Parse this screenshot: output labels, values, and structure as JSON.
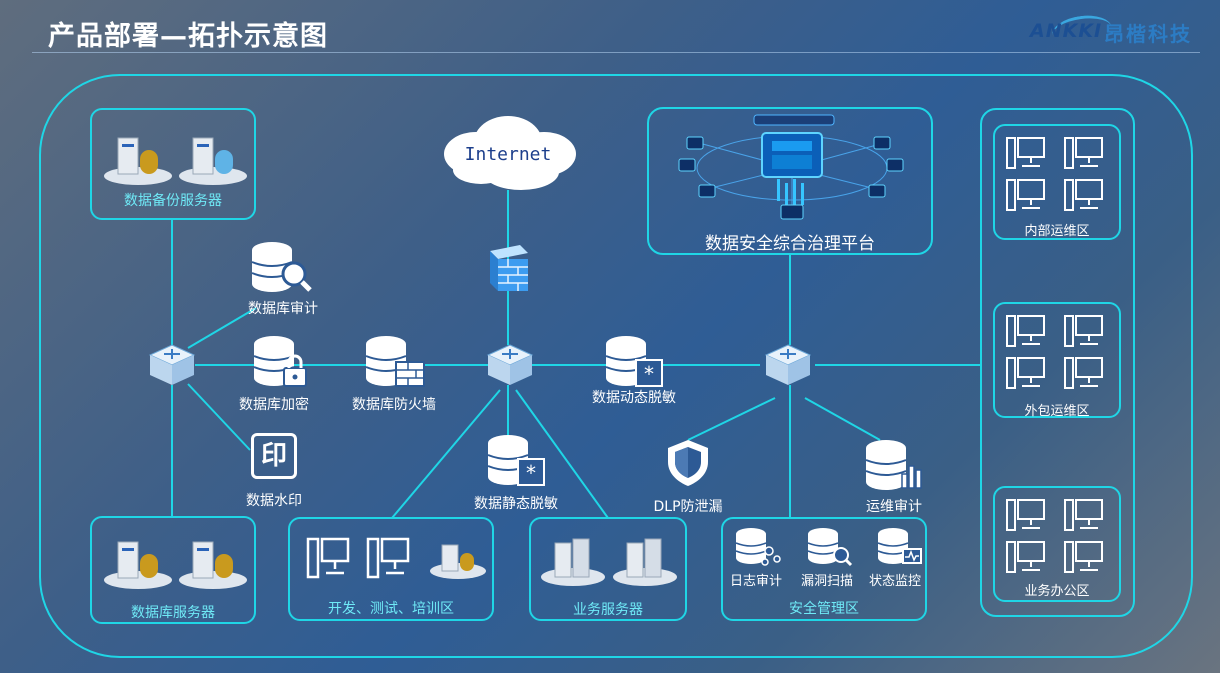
{
  "header": {
    "title": "产品部署—拓扑示意图",
    "logo_mark": "ANKKI",
    "logo_text": "昂楷科技"
  },
  "colors": {
    "line": "#1fd6e6",
    "label_cyan": "#6fe9f6"
  },
  "internet": {
    "label": "Internet"
  },
  "zones": {
    "backup": "数据备份服务器",
    "db_servers": "数据库服务器",
    "dev_test": "开发、测试、培训区",
    "biz_servers": "业务服务器",
    "security_mgmt": "安全管理区",
    "platform": "数据安全综合治理平台",
    "internal_ops": "内部运维区",
    "outsource_ops": "外包运维区",
    "office": "业务办公区"
  },
  "devices": {
    "db_audit": "数据库审计",
    "db_encrypt": "数据库加密",
    "db_firewall": "数据库防火墙",
    "watermark": "数据水印",
    "watermark_glyph": "印",
    "static_mask": "数据静态脱敏",
    "dynamic_mask": "数据动态脱敏",
    "dlp": "DLP防泄漏",
    "ops_audit": "运维审计",
    "log_audit": "日志审计",
    "vuln_scan": "漏洞扫描",
    "status_monitor": "状态监控"
  }
}
